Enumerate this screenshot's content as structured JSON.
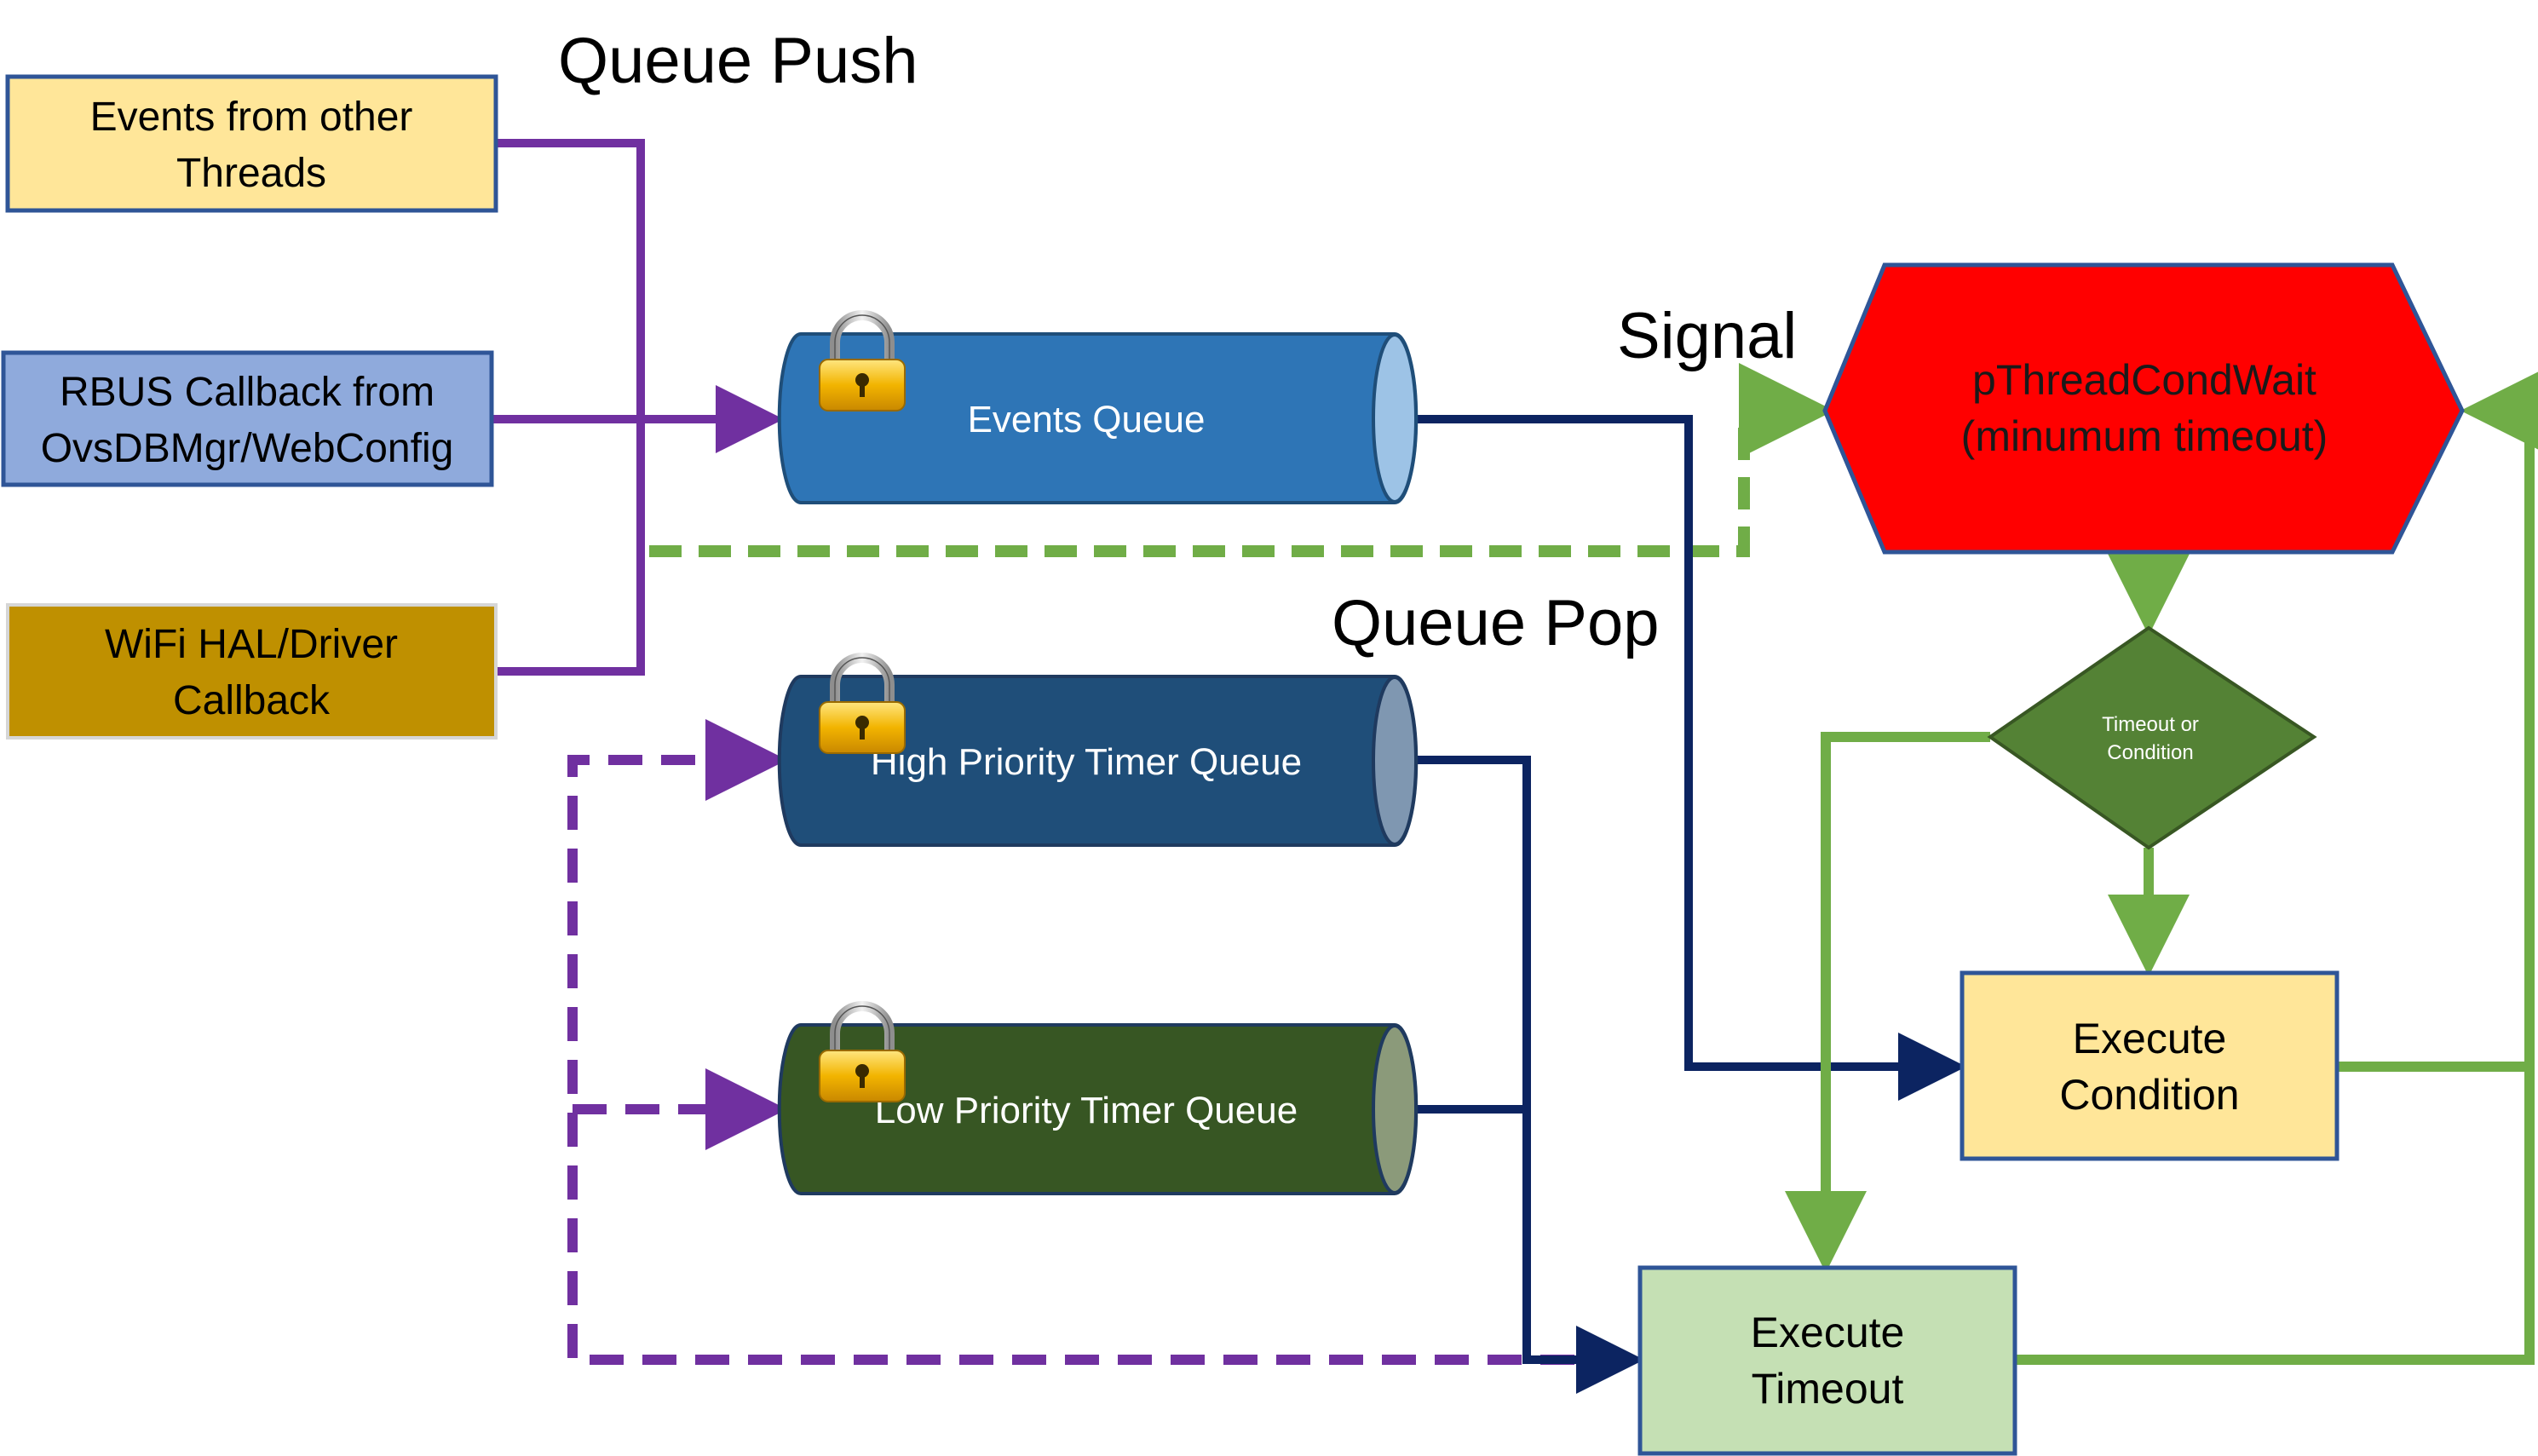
{
  "labels": {
    "queue_push": "Queue Push",
    "queue_pop": "Queue Pop",
    "signal": "Signal"
  },
  "sources": {
    "events_from_threads": [
      "Events from other",
      "Threads"
    ],
    "rbus_callback": [
      "RBUS Callback from",
      "OvsDBMgr/WebConfig"
    ],
    "wifi_hal": [
      "WiFi HAL/Driver",
      "Callback"
    ]
  },
  "queues": {
    "events": "Events Queue",
    "high_priority": "High Priority Timer Queue",
    "low_priority": "Low Priority Timer Queue"
  },
  "nodes": {
    "cond_wait": [
      "pThreadCondWait",
      "(minumum timeout)"
    ],
    "decision": [
      "Timeout or",
      "Condition"
    ],
    "execute_condition": [
      "Execute",
      "Condition"
    ],
    "execute_timeout": [
      "Execute",
      "Timeout"
    ]
  },
  "icons": {
    "lock": "padlock-icon"
  },
  "colors": {
    "purple": "#7030A0",
    "navy": "#0C2461",
    "green": "#70AD47",
    "events_box": "#FFE699",
    "rbus_box": "#8FAADC",
    "wifi_box": "#BF9000",
    "events_queue": "#2E75B6",
    "high_queue": "#1F4E79",
    "low_queue": "#375623",
    "cond_wait": "#FF0000",
    "decision": "#548235",
    "exec_condition": "#FFE699",
    "exec_timeout": "#C5E0B4"
  }
}
